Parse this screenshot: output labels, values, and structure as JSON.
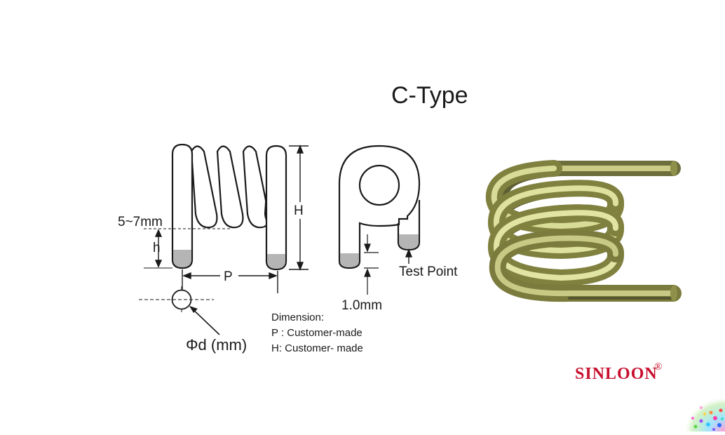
{
  "title": "C-Type",
  "drawing": {
    "label_5_7mm": "5~7mm",
    "label_h_small": "h",
    "label_H": "H",
    "label_P": "P",
    "label_phi_d": "Φd (mm)",
    "label_1_0mm": "1.0mm",
    "label_test_point": "Test Point"
  },
  "dimension_notes": {
    "heading": "Dimension:",
    "line_p": "P : Customer-made",
    "line_h": "H: Customer- made"
  },
  "brand": {
    "name": "SINLOON",
    "mark": "®",
    "color": "#c8102e"
  },
  "colors": {
    "spring_body": "#a9aa62",
    "spring_highlight": "#e4e6a8",
    "spring_shadow": "#5e5f33",
    "test_point_fill": "#b5b5b5"
  }
}
